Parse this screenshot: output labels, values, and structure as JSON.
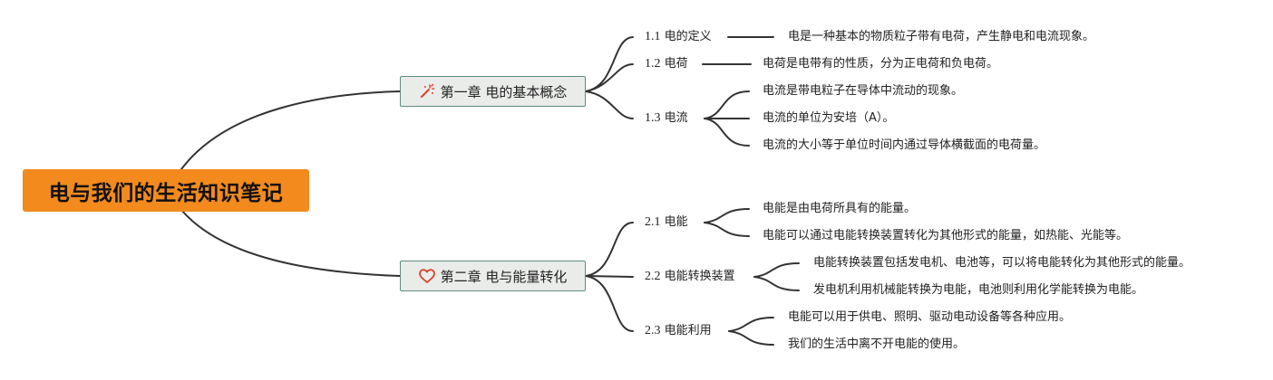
{
  "root": {
    "title": "电与我们的生活知识笔记"
  },
  "chapters": [
    {
      "title": "第一章 电的基本概念",
      "icon": "magic-wand-icon",
      "sections": [
        {
          "number": "1.1",
          "label": "电的定义",
          "notes": [
            "电是一种基本的物质粒子带有电荷，产生静电和电流现象。"
          ]
        },
        {
          "number": "1.2",
          "label": "电荷",
          "notes": [
            "电荷是电带有的性质，分为正电荷和负电荷。"
          ]
        },
        {
          "number": "1.3",
          "label": "电流",
          "notes": [
            "电流是带电粒子在导体中流动的现象。",
            "电流的单位为安培（A）。",
            "电流的大小等于单位时间内通过导体横截面的电荷量。"
          ]
        }
      ]
    },
    {
      "title": "第二章 电与能量转化",
      "icon": "heart-icon",
      "sections": [
        {
          "number": "2.1",
          "label": "电能",
          "notes": [
            "电能是由电荷所具有的能量。",
            "电能可以通过电能转换装置转化为其他形式的能量，如热能、光能等。"
          ]
        },
        {
          "number": "2.2",
          "label": "电能转换装置",
          "notes": [
            "电能转换装置包括发电机、电池等，可以将电能转化为其他形式的能量。",
            "发电机利用机械能转换为电能，电池则利用化学能转换为电能。"
          ]
        },
        {
          "number": "2.3",
          "label": "电能利用",
          "notes": [
            "电能可以用于供电、照明、驱动电动设备等各种应用。",
            "我们的生活中离不开电能的使用。"
          ]
        }
      ]
    }
  ],
  "colors": {
    "root_fill": "#f28a1e",
    "chapter_fill": "#eaecea",
    "chapter_border": "#5d8c82",
    "line": "#333333",
    "wand_icon": "#d9412b",
    "heart_icon": "#d9412b"
  }
}
